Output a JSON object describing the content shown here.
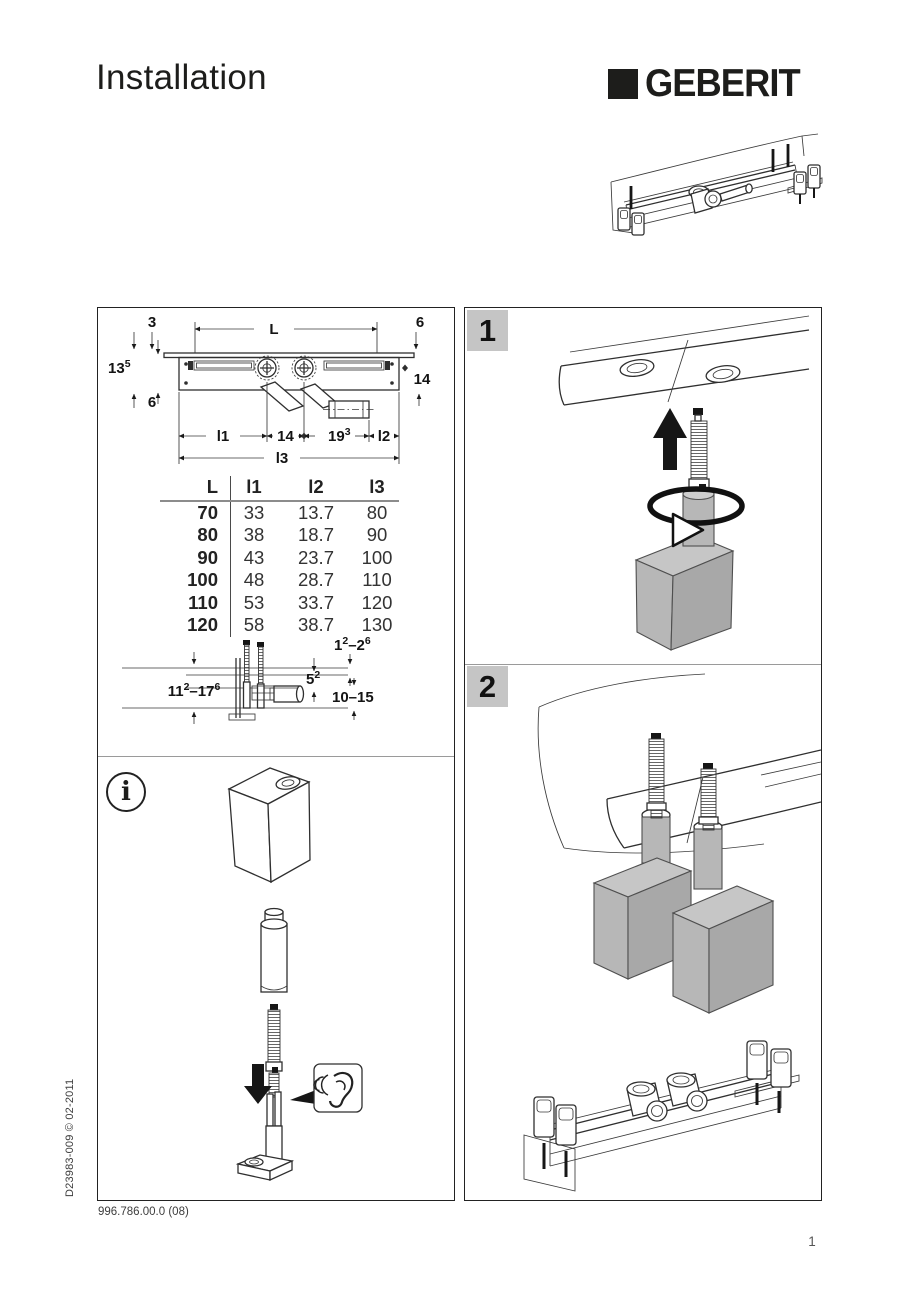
{
  "header": {
    "title": "Installation",
    "brand": "GEBERIT"
  },
  "spec": {
    "top_view": {
      "overhang_left": "3",
      "length": "L",
      "overhang_right": "6",
      "height": [
        "13",
        "5"
      ],
      "depth_below": "6",
      "outlet_drop": "14",
      "l1": "l1",
      "center_gap": "14",
      "offset": [
        "19",
        "3"
      ],
      "l2": "l2",
      "l3": "l3"
    },
    "table": {
      "headers": [
        "L",
        "l1",
        "l2",
        "l3"
      ],
      "rows": [
        [
          "70",
          "33",
          "13.7",
          "80"
        ],
        [
          "80",
          "38",
          "18.7",
          "90"
        ],
        [
          "90",
          "43",
          "23.7",
          "100"
        ],
        [
          "100",
          "48",
          "28.7",
          "110"
        ],
        [
          "110",
          "53",
          "33.7",
          "120"
        ],
        [
          "120",
          "58",
          "38.7",
          "130"
        ]
      ]
    },
    "side_view": {
      "total": [
        "11",
        "2",
        "–17",
        "6"
      ],
      "tile": [
        "1",
        "2",
        "–2",
        "6"
      ],
      "frame": [
        "5",
        "2"
      ],
      "range": "10–15"
    }
  },
  "steps": [
    {
      "label": "1"
    },
    {
      "label": "2"
    }
  ],
  "info": {
    "icon_glyph": "i"
  },
  "footer": {
    "article_number": "996.786.00.0 (08)",
    "page_number": "1",
    "imprint": "D23983-009 © 02-2011"
  },
  "colors": {
    "ink": "#1d1d1b",
    "panel_border": "#222222",
    "step_label_bg": "#c5c5c5",
    "concrete_gray": "#b7b7b7",
    "line_gray": "#3a3a3a"
  }
}
